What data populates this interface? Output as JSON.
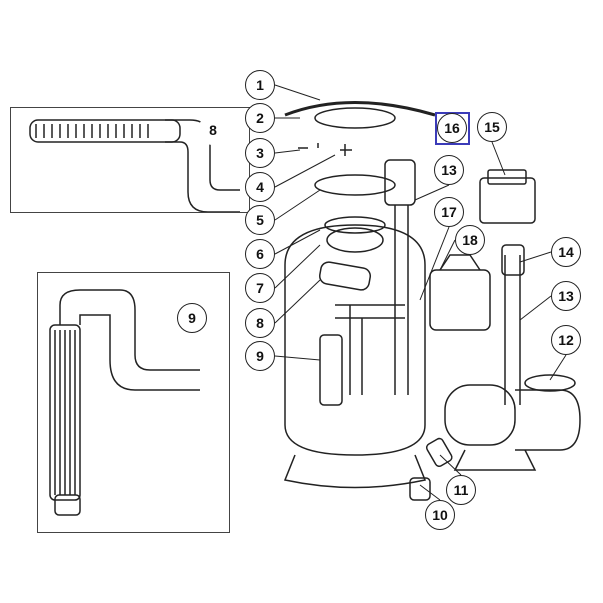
{
  "diagram": {
    "callouts": [
      "1",
      "2",
      "3",
      "4",
      "5",
      "6",
      "7",
      "8",
      "9",
      "10",
      "11",
      "12",
      "13",
      "13",
      "14",
      "15",
      "16",
      "17",
      "18"
    ],
    "inset_labels": {
      "top": "8",
      "bottom": "9"
    },
    "highlighted_callout": "16",
    "highlight_color": "#3b3bb8"
  }
}
